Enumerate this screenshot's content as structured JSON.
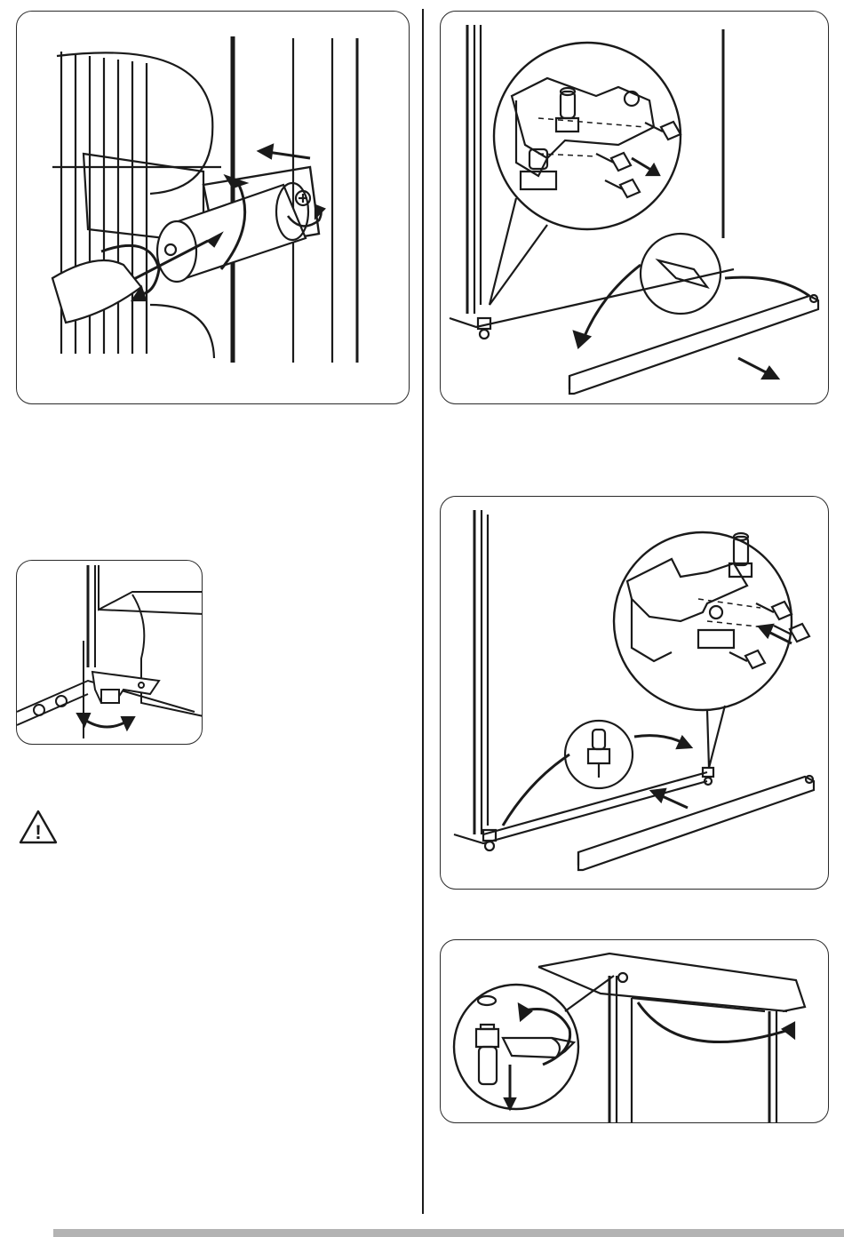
{
  "page": {
    "description_language": "none",
    "colors": {
      "line": "#1a1a1a",
      "background": "#ffffff",
      "footer_bar": "#b3b3b3"
    }
  },
  "figures": [
    {
      "id": "fig-shelf-bar-removal",
      "icons": [
        "screwdriver-icon",
        "rotate-arrow-icon",
        "move-arrow-icon"
      ]
    },
    {
      "id": "fig-lower-hinge-removal",
      "icons": [
        "hinge-icon",
        "bolt-icon",
        "plinth-icon",
        "move-arrow-icon"
      ]
    },
    {
      "id": "fig-adjustable-foot",
      "icons": [
        "foot-icon",
        "rotate-arrow-icon"
      ]
    },
    {
      "id": "fig-lower-hinge-install",
      "icons": [
        "hinge-icon",
        "bolt-icon",
        "plinth-icon",
        "move-arrow-icon"
      ]
    },
    {
      "id": "fig-upper-pin-swap",
      "icons": [
        "pin-icon",
        "wrench-icon",
        "rotate-arrow-icon"
      ]
    }
  ],
  "warning": {
    "icon": "warning-triangle-icon",
    "symbol": "!"
  }
}
